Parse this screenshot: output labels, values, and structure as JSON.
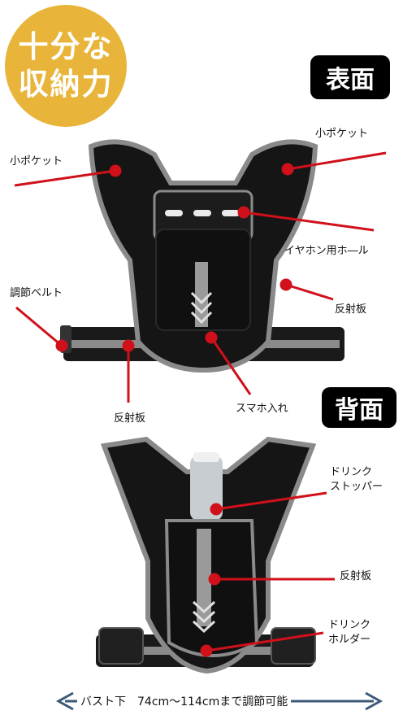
{
  "badge": {
    "line1": "十分な",
    "line2": "収納力"
  },
  "sections": {
    "front": "表面",
    "back": "背面"
  },
  "front_labels": {
    "small_pocket_left": "小ポケット",
    "small_pocket_right": "小ポケット",
    "earphone_hole": "イヤホン用ホ―ル",
    "adjust_belt": "調節ベルト",
    "reflector_right": "反射板",
    "reflector_left": "反射板",
    "phone_pocket": "スマホ入れ"
  },
  "back_labels": {
    "drink_stopper": "ドリンク\nストッパー",
    "reflector": "反射板",
    "drink_holder": "ドリンク\nホルダー"
  },
  "bottom_caption": "バスト下　74cm〜114cmまで調節可能",
  "colors": {
    "badge": "#e8b53a",
    "callout": "#d0101a",
    "arrow": "#3c5a78",
    "vest": "#151515",
    "trim": "#8a8a8a"
  }
}
